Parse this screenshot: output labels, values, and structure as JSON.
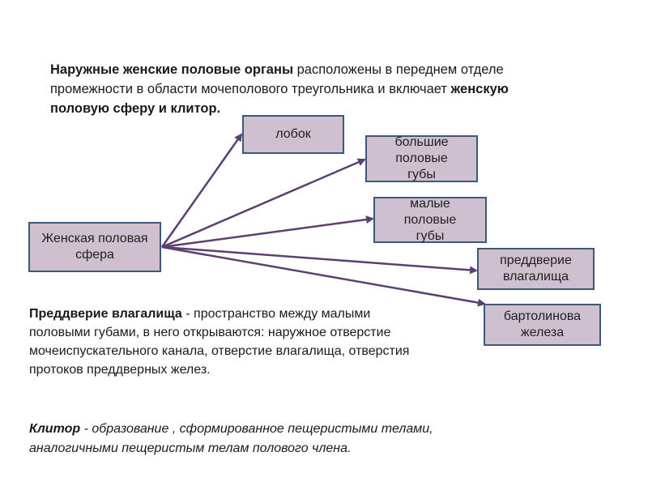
{
  "intro": {
    "part1": "Наружные женские половые органы",
    "part2": " расположены в переднем отделе  промежности в области мочеполового треугольника и включает ",
    "part3": "женскую половую сферу и клитор."
  },
  "source": {
    "label": "Женская половая сфера"
  },
  "targets": [
    {
      "label": "лобок"
    },
    {
      "label": "большие половые губы"
    },
    {
      "label": "малые половые губы"
    },
    {
      "label": "преддверие влагалища"
    },
    {
      "label": "бартолинова железа"
    }
  ],
  "definitions": {
    "vestibule_term": "Преддверие влагалища",
    "vestibule_text": "  -  пространство между малыми половыми губами, в него открываются: наружное отверстие мочеиспускательного канала, отверстие влагалища, отверстия протоков преддверных желез.",
    "clitoris_term": "Клитор",
    "clitoris_text": "  -  образование , сформированное пещеристыми телами, аналогичными пещеристым телам полового члена."
  },
  "colors": {
    "box_fill": "#cfc0d0",
    "box_border": "#3e5878",
    "arrow": "#5b3f72"
  }
}
